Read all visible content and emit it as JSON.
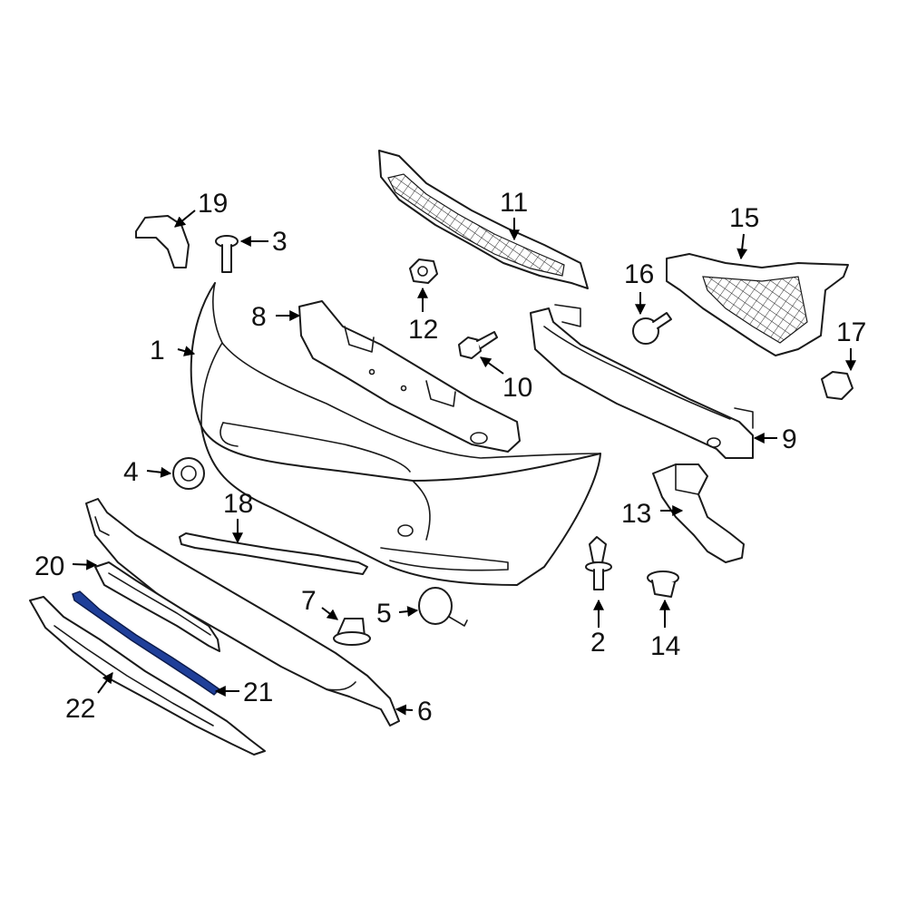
{
  "diagram": {
    "accent_color": "#1f3f99",
    "callouts": [
      "1",
      "2",
      "3",
      "4",
      "5",
      "6",
      "7",
      "8",
      "9",
      "10",
      "11",
      "12",
      "13",
      "14",
      "15",
      "16",
      "17",
      "18",
      "19",
      "20",
      "21",
      "22"
    ]
  }
}
